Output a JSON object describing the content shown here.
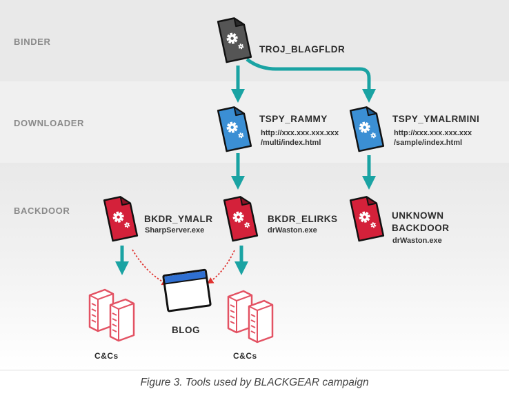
{
  "rows": {
    "binder": "BINDER",
    "downloader": "DOWNLOADER",
    "backdoor": "BACKDOOR"
  },
  "tools": {
    "troj_blagfldr": {
      "name": "TROJ_BLAGFLDR"
    },
    "tspy_rammy": {
      "name": "TSPY_RAMMY",
      "url_line1": "http://xxx.xxx.xxx.xxx",
      "url_line2": "/multi/index.html"
    },
    "tspy_ymalrmini": {
      "name": "TSPY_YMALRMINI",
      "url_line1": "http://xxx.xxx.xxx.xxx",
      "url_line2": "/sample/index.html"
    },
    "bkdr_ymalr": {
      "name": "BKDR_YMALR",
      "file": "SharpServer.exe"
    },
    "bkdr_elirks": {
      "name": "BKDR_ELIRKS",
      "file": "drWaston.exe"
    },
    "unknown_backdoor": {
      "name_line1": "UNKNOWN",
      "name_line2": "BACKDOOR",
      "file": "drWaston.exe"
    }
  },
  "targets": {
    "blog": "BLOG",
    "cncs_left": "C&Cs",
    "cncs_right": "C&Cs"
  },
  "colors": {
    "binder_file": "#555555",
    "downloader_file": "#3b8fd4",
    "backdoor_file": "#d4213a",
    "arrow_teal": "#1aa3a3",
    "arrow_dotted": "#e0322f",
    "server": "#e35263",
    "blog_bar": "#2f6fd1"
  },
  "icons": {
    "file": "gear-file-icon",
    "server": "server-stack-icon",
    "blog": "browser-window-icon"
  },
  "caption": "Figure 3. Tools used by BLACKGEAR campaign"
}
